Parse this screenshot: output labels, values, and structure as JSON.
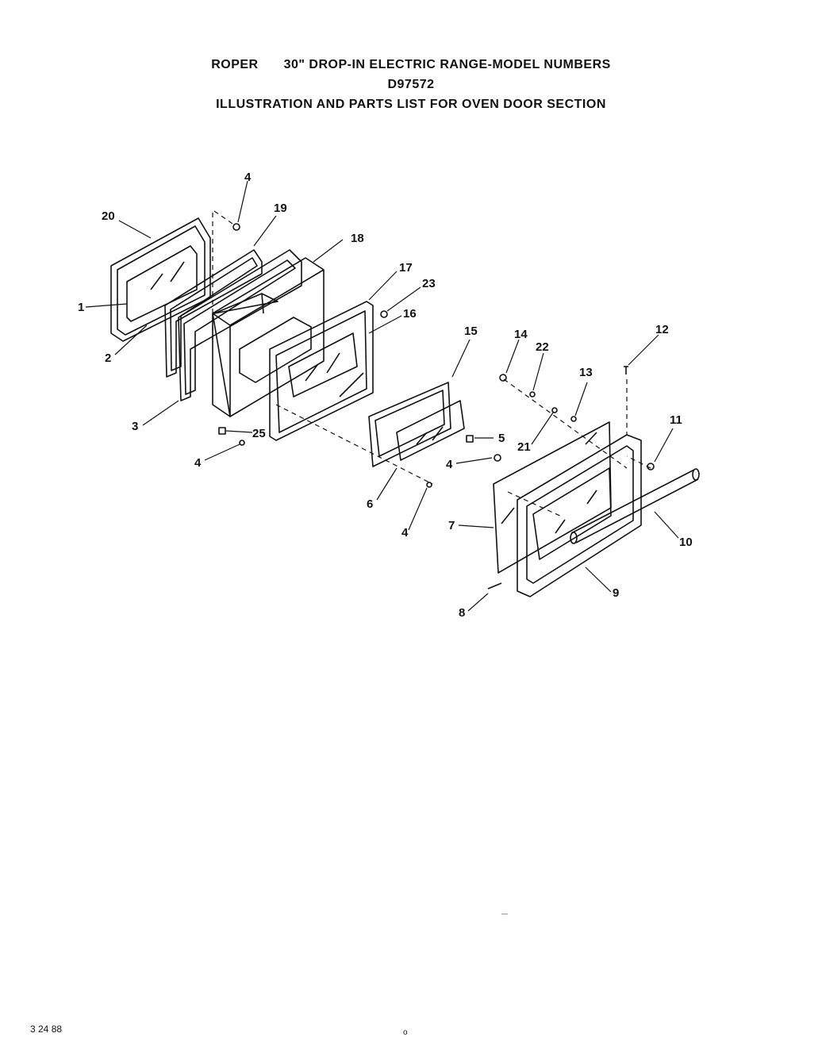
{
  "header": {
    "brand": "ROPER",
    "line1": "30\" DROP-IN ELECTRIC RANGE-MODEL NUMBERS",
    "line2": "D97572",
    "line3": "ILLUSTRATION AND PARTS LIST FOR OVEN DOOR SECTION"
  },
  "callouts": {
    "c1": "1",
    "c2": "2",
    "c3": "3",
    "c4a": "4",
    "c4b": "4",
    "c4c": "4",
    "c4d": "4",
    "c5": "5",
    "c6": "6",
    "c7": "7",
    "c8": "8",
    "c9": "9",
    "c10": "10",
    "c11": "11",
    "c12": "12",
    "c13": "13",
    "c14": "14",
    "c15": "15",
    "c16": "16",
    "c17": "17",
    "c18": "18",
    "c19": "19",
    "c20": "20",
    "c21": "21",
    "c22": "22",
    "c23": "23",
    "c25": "25"
  },
  "footer": {
    "date": "3 24 88",
    "mark": "o"
  }
}
